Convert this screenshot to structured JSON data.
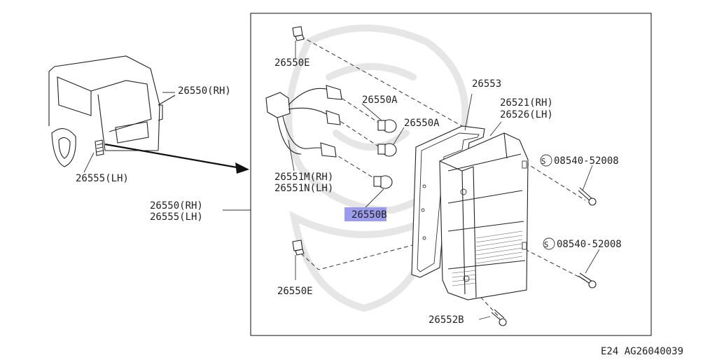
{
  "labels": {
    "p26550E_top": "26550E",
    "p26553": "26553",
    "p26521": "26521(RH)",
    "p26526": "26526(LH)",
    "p26550A_1": "26550A",
    "p26550A_2": "26550A",
    "screw_top_code": "08540-52008",
    "screw_bottom_code": "08540-52008",
    "screw_symbol": "S",
    "p26551M": "26551M(RH)",
    "p26551N": "26551N(LH)",
    "p26550B": "26550B",
    "p26550E_bottom": "26550E",
    "p26552B": "26552B",
    "assembly_rh": "26550(RH)",
    "assembly_lh": "26555(LH)",
    "vehicle_rh": "26550(RH)",
    "vehicle_lh": "26555(LH)"
  },
  "footer": {
    "diagram_code": "E24 AG26040039"
  },
  "highlight": {
    "part": "26550B",
    "color": "#8b8bea"
  }
}
